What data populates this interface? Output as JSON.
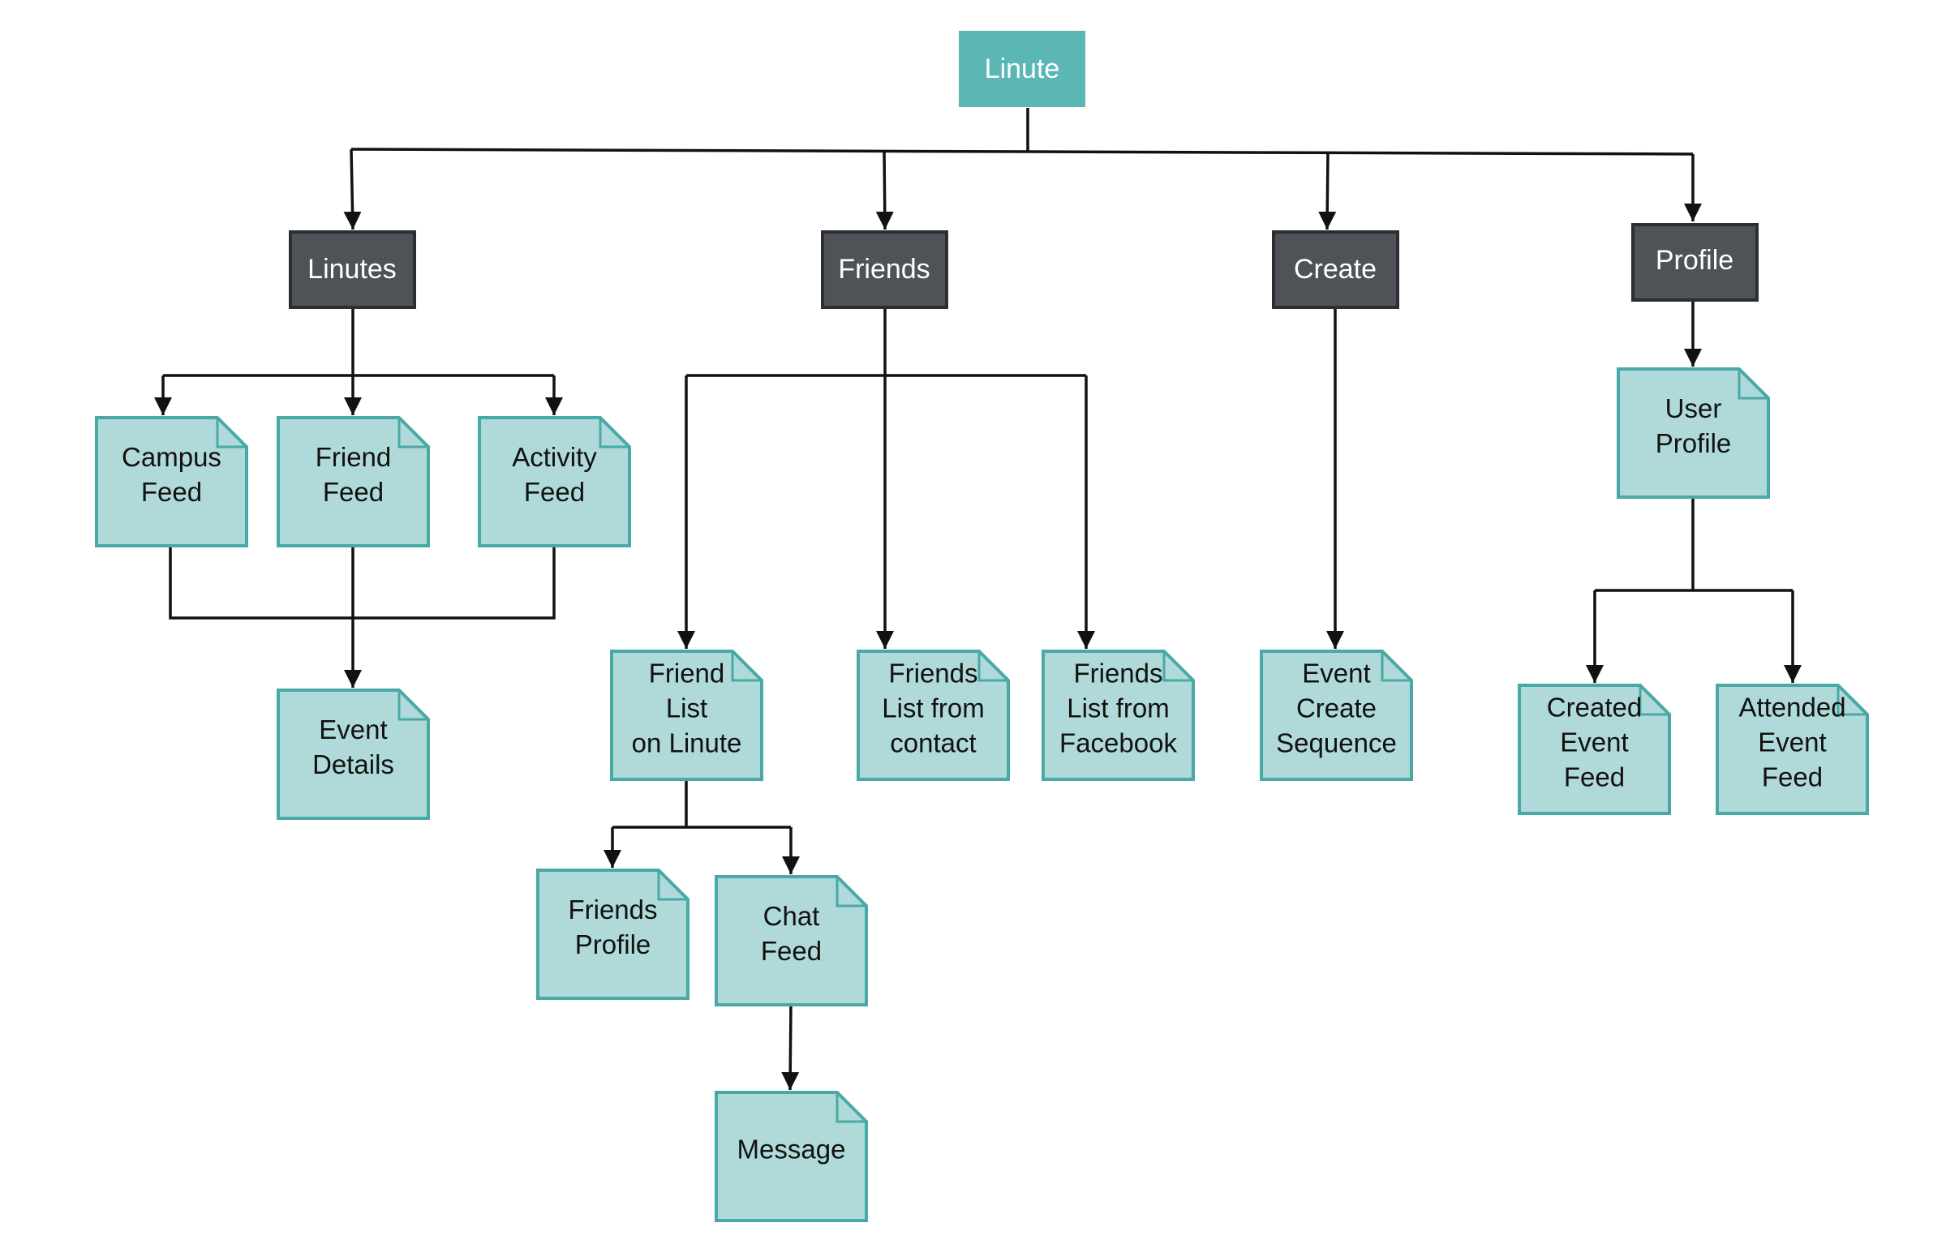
{
  "colors": {
    "root_fill": "#5bb7b4",
    "section_fill": "#4f5358",
    "section_stroke": "#2b2f33",
    "doc_fill": "#b0dad9",
    "doc_stroke": "#49a9a6",
    "line": "#111111"
  },
  "root": {
    "label": "Linute"
  },
  "sections": {
    "linutes": {
      "label": "Linutes"
    },
    "friends": {
      "label": "Friends"
    },
    "create": {
      "label": "Create"
    },
    "profile": {
      "label": "Profile"
    }
  },
  "docs": {
    "campus_feed": {
      "lines": [
        "Campus",
        "Feed"
      ]
    },
    "friend_feed": {
      "lines": [
        "Friend",
        "Feed"
      ]
    },
    "activity_feed": {
      "lines": [
        "Activity",
        "Feed"
      ]
    },
    "event_details": {
      "lines": [
        "Event",
        "Details"
      ]
    },
    "friend_list_on_linute": {
      "lines": [
        "Friend",
        "List",
        "on Linute"
      ]
    },
    "friends_list_from_contact": {
      "lines": [
        "Friends",
        "List from",
        "contact"
      ]
    },
    "friends_list_from_facebook": {
      "lines": [
        "Friends",
        "List from",
        "Facebook"
      ]
    },
    "friends_profile": {
      "lines": [
        "Friends",
        "Profile"
      ]
    },
    "chat_feed": {
      "lines": [
        "Chat",
        "Feed"
      ]
    },
    "message": {
      "lines": [
        "Message"
      ]
    },
    "event_create_sequence": {
      "lines": [
        "Event",
        "Create",
        "Sequence"
      ]
    },
    "user_profile": {
      "lines": [
        "User",
        "Profile"
      ]
    },
    "created_event_feed": {
      "lines": [
        "Created",
        "Event",
        "Feed"
      ]
    },
    "attended_event_feed": {
      "lines": [
        "Attended",
        "Event",
        "Feed"
      ]
    }
  }
}
